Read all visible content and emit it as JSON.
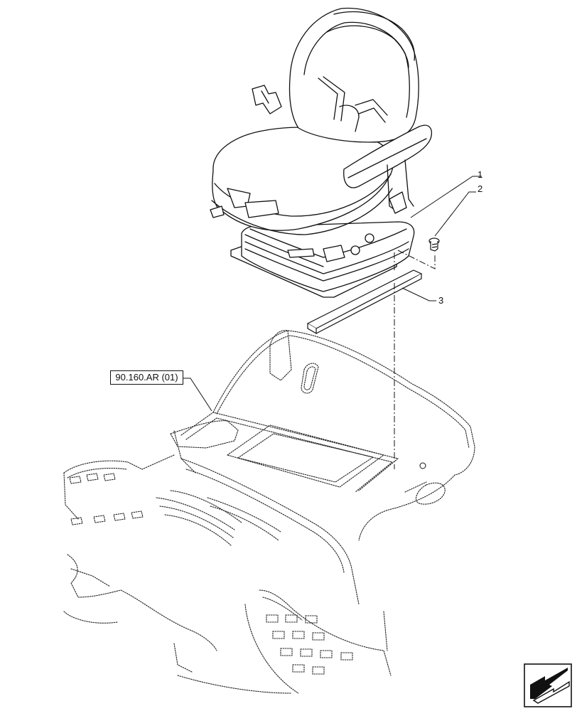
{
  "callouts": [
    {
      "id": "1",
      "label": "1"
    },
    {
      "id": "2",
      "label": "2"
    },
    {
      "id": "3",
      "label": "3"
    }
  ],
  "reference": {
    "label": "90.160.AR (01)"
  },
  "icons": {
    "nav": "arrow-page-icon"
  },
  "colors": {
    "line": "#111111",
    "background": "#ffffff"
  }
}
